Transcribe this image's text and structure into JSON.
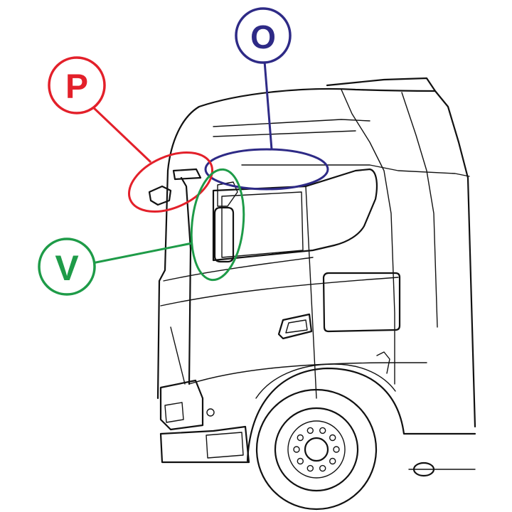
{
  "callouts": [
    {
      "id": "O",
      "letter": "O",
      "color": "#2e2a86"
    },
    {
      "id": "P",
      "letter": "P",
      "color": "#e3202a"
    },
    {
      "id": "V",
      "letter": "V",
      "color": "#1e9b48"
    }
  ]
}
